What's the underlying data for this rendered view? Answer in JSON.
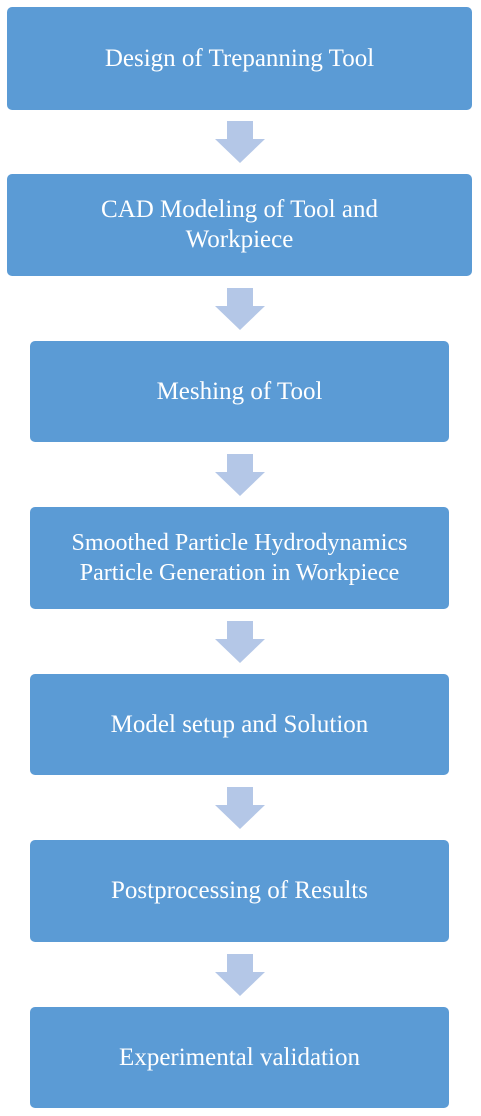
{
  "colors": {
    "box_fill": "#5b9bd5",
    "box_text": "#ffffff",
    "arrow_fill": "#b4c7e7"
  },
  "steps": [
    {
      "label": "Design of Trepanning Tool"
    },
    {
      "label": "CAD Modeling of Tool and Workpiece"
    },
    {
      "label": "Meshing of Tool"
    },
    {
      "label": "Smoothed Particle Hydrodynamics Particle Generation in Workpiece"
    },
    {
      "label": "Model setup and Solution"
    },
    {
      "label": "Postprocessing of Results"
    },
    {
      "label": "Experimental validation"
    }
  ]
}
